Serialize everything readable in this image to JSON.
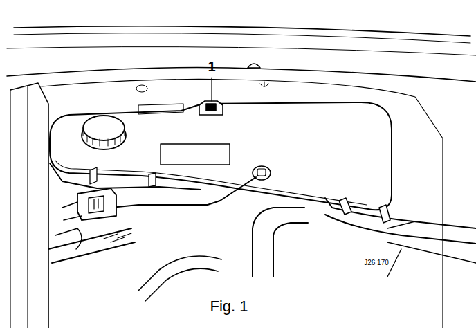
{
  "diagram": {
    "caption": "Fig. 1",
    "labels": [
      "1",
      "J26 170"
    ]
  }
}
